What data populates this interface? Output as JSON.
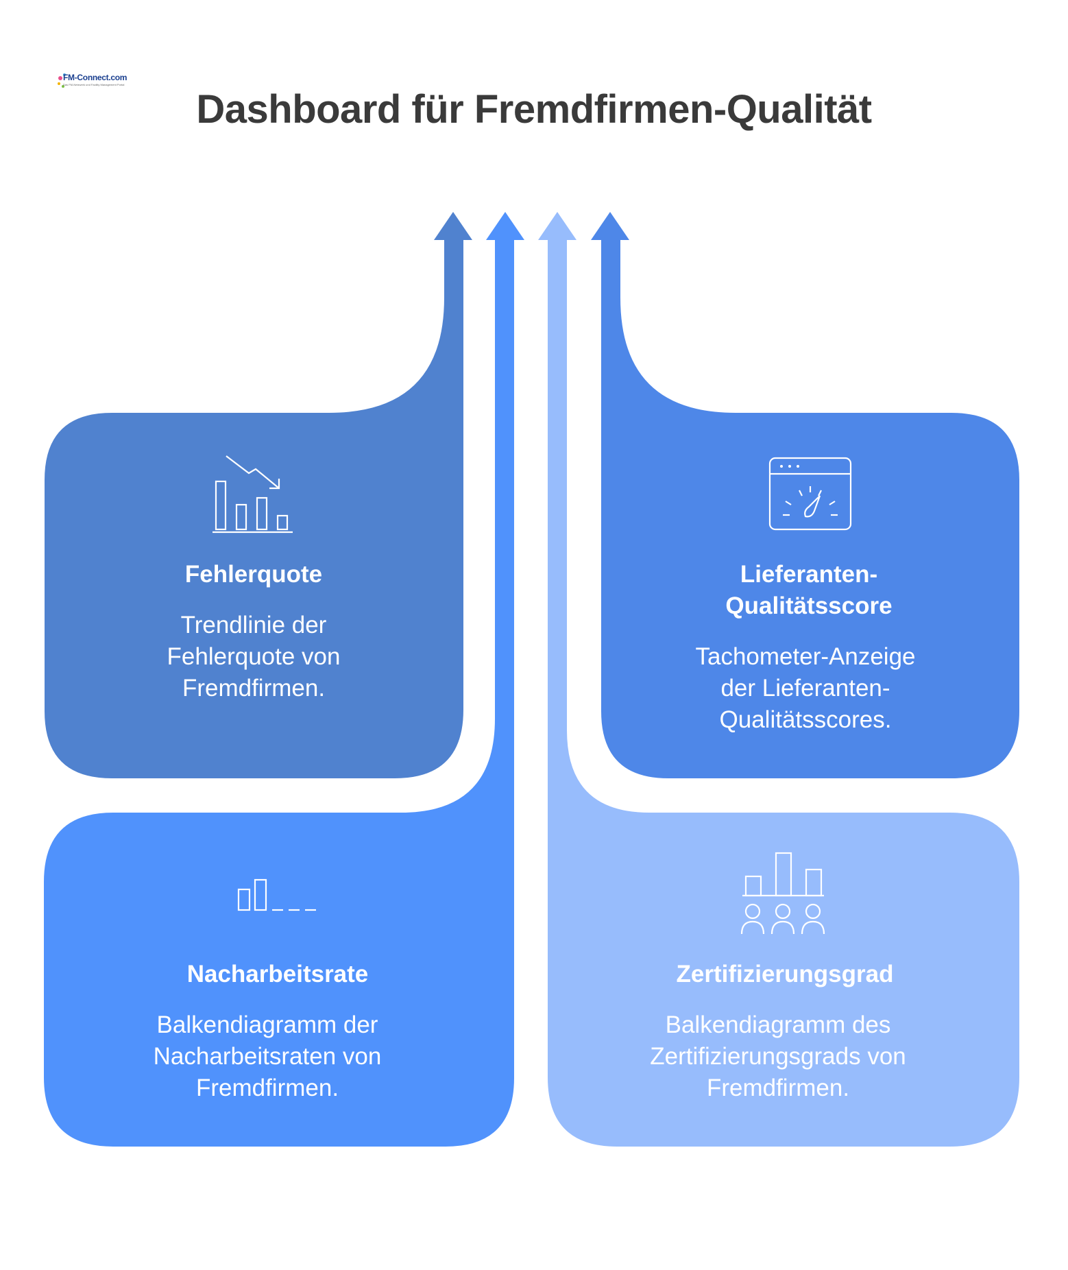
{
  "logo": {
    "text": "FM-Connect.com",
    "subtext": "Das FM-Netzwerk und Facility Management Portal"
  },
  "title": "Dashboard für Fremdfirmen-Qualität",
  "colors": {
    "fehlerquote": "#5082cf",
    "nacharbeitsrate": "#5092fc",
    "zertifizierungsgrad": "#97bcfc",
    "lieferanten": "#4e87e8"
  },
  "cards": {
    "fehlerquote": {
      "heading": "Fehlerquote",
      "description": "Trendlinie der Fehlerquote von Fremdfirmen.",
      "icon": "declining-bar-chart-icon"
    },
    "lieferanten": {
      "heading": "Lieferanten-Qualitätsscore",
      "description": "Tachometer-Anzeige der Lieferanten-Qualitätsscores.",
      "icon": "speedometer-window-icon"
    },
    "nacharbeitsrate": {
      "heading": "Nacharbeitsrate",
      "description": "Balkendiagramm der Nacharbeitsraten von Fremdfirmen.",
      "icon": "small-bar-chart-icon"
    },
    "zertifizierungsgrad": {
      "heading": "Zertifizierungsgrad",
      "description": "Balkendiagramm des Zertifizierungsgrads von Fremdfirmen.",
      "icon": "people-bar-chart-icon"
    }
  }
}
